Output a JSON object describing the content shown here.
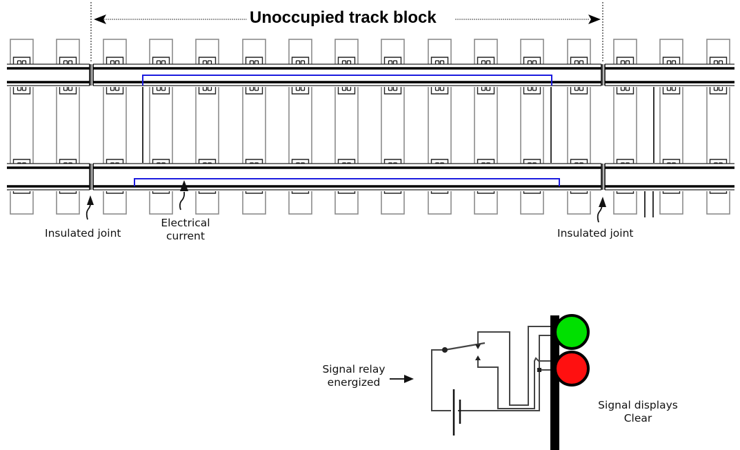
{
  "diagram": {
    "title": "Unoccupied track block",
    "labels": {
      "insulated_joint_left": "Insulated joint",
      "electrical_current_line1": "Electrical",
      "electrical_current_line2": "current",
      "insulated_joint_right": "Insulated joint",
      "relay_line1": "Signal relay",
      "relay_line2": "energized",
      "signal_line1": "Signal displays",
      "signal_line2": "Clear"
    },
    "track": {
      "tie_count": 16,
      "plate_glyph": "oo"
    },
    "signal": {
      "aspects": [
        {
          "name": "green",
          "color": "#00e000",
          "lit": true
        },
        {
          "name": "red",
          "color": "#ff1010",
          "lit": true
        }
      ],
      "state": "Clear"
    },
    "colors": {
      "current": "#1a1adf",
      "rail": "#000000",
      "tie": "#8a8a8a",
      "wire": "#444444"
    }
  }
}
